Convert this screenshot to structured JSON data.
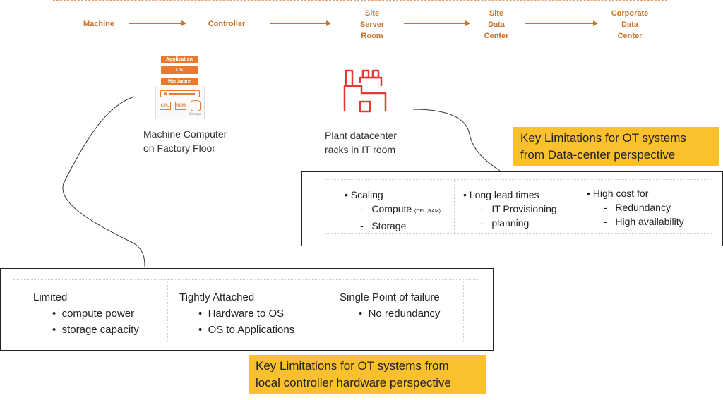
{
  "flow": {
    "steps": [
      "Machine",
      "Controller",
      "Site\nServer\nRoom",
      "Site\nData\nCenter",
      "Corporate\nData\nCenter"
    ]
  },
  "machine_icon": {
    "layers": [
      "Application",
      "OS",
      "Hardware"
    ],
    "chips": [
      "CPU",
      "RAM",
      "Storage"
    ]
  },
  "captions": {
    "machine_computer": "Machine Computer\non Factory Floor",
    "plant_datacenter": "Plant datacenter\nracks in IT room"
  },
  "datacenter_box": {
    "col1": {
      "bullet": "Scaling",
      "items": [
        "Compute",
        "Storage"
      ],
      "compute_note": "(CPU,RAM)"
    },
    "col2": {
      "bullet": "Long lead times",
      "items": [
        "IT Provisioning",
        "planning"
      ]
    },
    "col3": {
      "bullet": "High cost for",
      "items": [
        "Redundancy",
        "High availability"
      ]
    }
  },
  "controller_box": {
    "col1": {
      "heading": "Limited",
      "items": [
        "compute power",
        "storage capacity"
      ]
    },
    "col2": {
      "heading": "Tightly Attached",
      "items": [
        "Hardware to OS",
        "OS to Applications"
      ]
    },
    "col3": {
      "heading": "Single Point of failure",
      "items": [
        "No redundancy"
      ]
    }
  },
  "callouts": {
    "datacenter": "Key Limitations for OT systems\nfrom Data-center perspective",
    "controller": "Key Limitations for OT systems from\nlocal controller hardware perspective"
  },
  "colors": {
    "accent": "#c8732a",
    "callout_bg": "#fbc02d",
    "factory_icon": "#e53935"
  }
}
